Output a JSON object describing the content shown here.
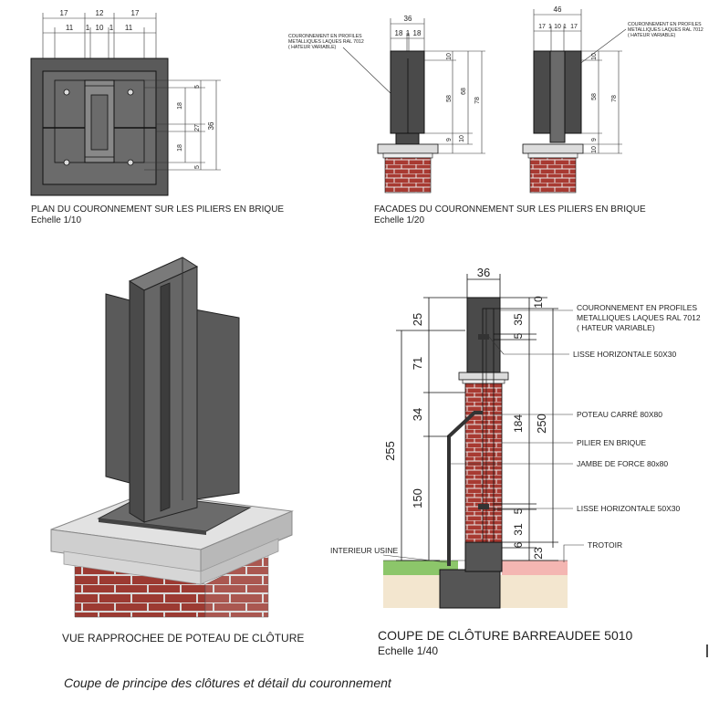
{
  "captions": {
    "plan_title": "PLAN DU COURONNEMENT SUR LES PILIERS EN BRIQUE",
    "plan_scale": "Echelle 1/10",
    "facade_title": "FACADES DU COURONNEMENT SUR LES PILIERS EN BRIQUE",
    "facade_scale": "Echelle 1/20",
    "view_title": "VUE RAPPROCHEE DE POTEAU DE CLÔTURE",
    "section_title": "COUPE DE CLÔTURE BARREAUDEE 5010",
    "section_scale": "Echelle 1/40",
    "footer": "Coupe de principe des clôtures et détail du couronnement"
  },
  "plan": {
    "top_dims": [
      "17",
      "12",
      "17"
    ],
    "sub_dims": [
      "11",
      "1",
      "10",
      "1",
      "11"
    ],
    "right_dims_inner": [
      "5",
      "18",
      "27",
      "18",
      "5"
    ],
    "right_dim_total": "36"
  },
  "facade_a": {
    "label": "COURONNEMENT EN PROFILES METALLIQUES LAQUES RAL 7012 ( HATEUR VARIABLE)",
    "label_lines": [
      "COURONNEMENT EN PROFILES",
      "METALLIQUES LAQUES RAL 7012",
      "( HATEUR VARIABLE)"
    ],
    "top_dim": "36",
    "sub_dims": [
      "18",
      "1",
      "18"
    ],
    "right_dims": [
      "10",
      "58",
      "9",
      "10"
    ],
    "mid_dim": "68",
    "total_dim": "78"
  },
  "facade_b": {
    "label_lines": [
      "COURONNEMENT EN PROFILES",
      "METALLIQUES LAQUES RAL 7012",
      "( HATEUR VARIABLE)"
    ],
    "top_dim": "46",
    "sub_dims": [
      "17",
      "1",
      "10",
      "1",
      "17"
    ],
    "right_dims": [
      "10",
      "58",
      "9",
      "10"
    ],
    "total_dim": "78"
  },
  "section": {
    "top_dim": "36",
    "left_dims": [
      "25",
      "71",
      "34",
      "150"
    ],
    "left_total": "255",
    "inner_dims": [
      "10",
      "35",
      "5",
      "184",
      "5",
      "31",
      "6",
      "23"
    ],
    "inner_total": "250",
    "labels": {
      "crown_lines": [
        "COURONNEMENT EN PROFILES",
        "METALLIQUES LAQUES RAL 7012",
        "( HATEUR VARIABLE)"
      ],
      "rail_top": "LISSE HORIZONTALE 50X30",
      "post": "POTEAU CARRÉ 80X80",
      "pillar": "PILIER EN BRIQUE",
      "brace": "JAMBE DE FORCE 80x80",
      "rail_bottom": "LISSE HORIZONTALE 50X30",
      "inside": "INTERIEUR USINE",
      "sidewalk": "TROTOIR"
    }
  },
  "colors": {
    "steel": "#555555",
    "steel_dark": "#3a3a3a",
    "brick": "#a83a32",
    "mortar": "#e8e8e8",
    "concrete": "#dcdcdc",
    "grass": "#8cc66a",
    "sidewalk": "#f4b6b2",
    "soil": "#f3e6cf"
  }
}
